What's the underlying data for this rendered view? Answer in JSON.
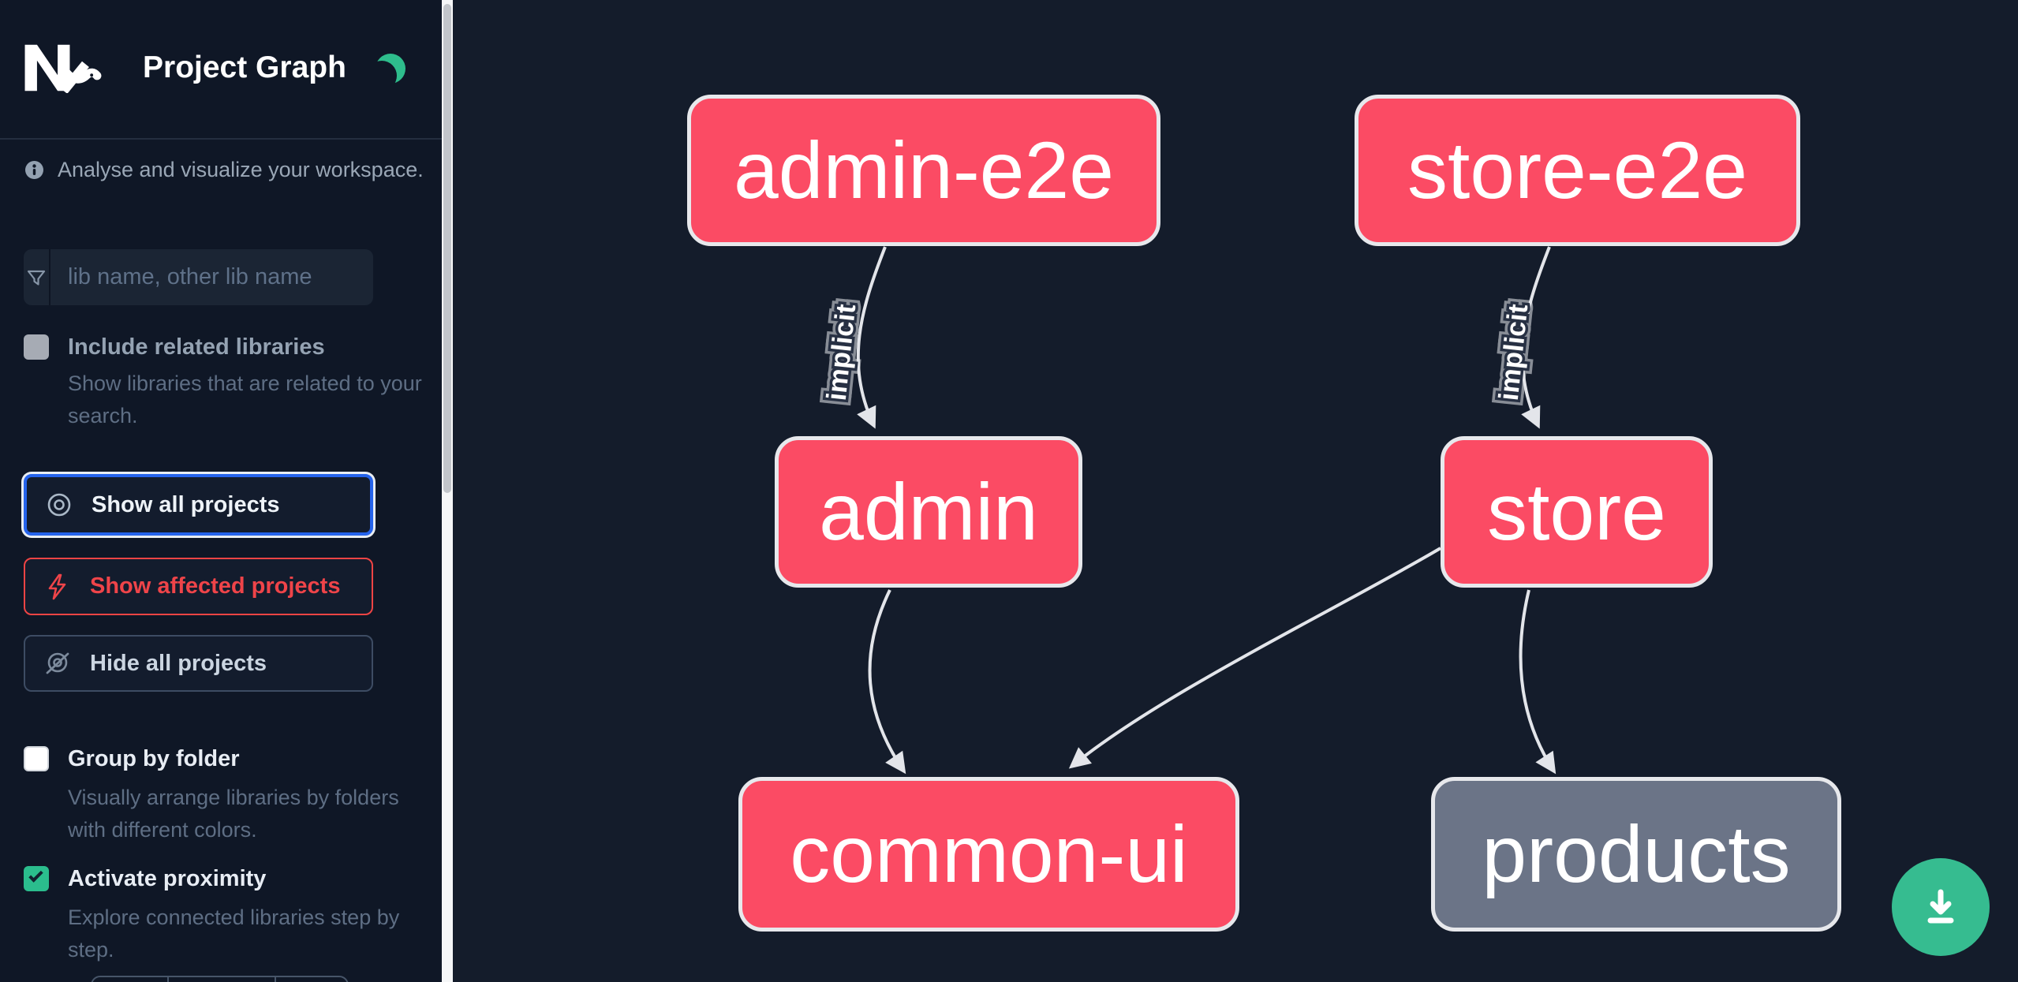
{
  "app": {
    "title": "Project Graph"
  },
  "colors": {
    "sidebar_bg": "#0f1726",
    "canvas_bg": "#141c2b",
    "node_pink": "#fb4b64",
    "node_gray": "#6b7487",
    "node_border": "#e7e8ec",
    "edge_gray": "#e3e5ea",
    "accent_green": "#2ebd8c",
    "focus_blue": "#2563eb",
    "affected_red": "#ef4444"
  },
  "sidebar": {
    "tagline": "Analyse and visualize your workspace.",
    "search": {
      "placeholder": "lib name, other lib name",
      "icon": "filter-funnel-icon"
    },
    "include_related": {
      "label": "Include related libraries",
      "description": "Show libraries that are related to your search.",
      "checked": false
    },
    "actions": [
      {
        "label": "Show all projects",
        "icon": "eye-icon",
        "state": "focused"
      },
      {
        "label": "Show affected projects",
        "icon": "bolt-icon",
        "variant": "affected"
      },
      {
        "label": "Hide all projects",
        "icon": "eye-off-icon"
      }
    ],
    "group_by_folder": {
      "label": "Group by folder",
      "description": "Visually arrange libraries by folders with different colors.",
      "checked": false
    },
    "activate_proximity": {
      "label": "Activate proximity",
      "description": "Explore connected libraries step by step.",
      "checked": true
    }
  },
  "graph": {
    "nodes": [
      {
        "id": "admin-e2e",
        "label": "admin-e2e",
        "color": "pink"
      },
      {
        "id": "store-e2e",
        "label": "store-e2e",
        "color": "pink"
      },
      {
        "id": "admin",
        "label": "admin",
        "color": "pink"
      },
      {
        "id": "store",
        "label": "store",
        "color": "pink"
      },
      {
        "id": "common-ui",
        "label": "common-ui",
        "color": "pink"
      },
      {
        "id": "products",
        "label": "products",
        "color": "gray"
      }
    ],
    "edges": [
      {
        "from": "admin-e2e",
        "to": "admin",
        "label": "implicit"
      },
      {
        "from": "store-e2e",
        "to": "store",
        "label": "implicit"
      },
      {
        "from": "admin",
        "to": "common-ui",
        "label": ""
      },
      {
        "from": "store",
        "to": "common-ui",
        "label": ""
      },
      {
        "from": "store",
        "to": "products",
        "label": ""
      }
    ]
  }
}
